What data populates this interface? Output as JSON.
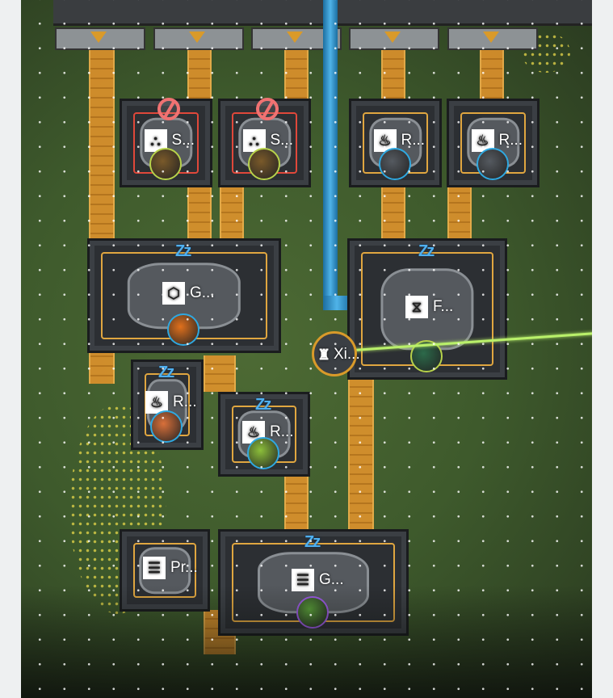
{
  "machines": [
    {
      "id": "s1",
      "label": "S...",
      "icon": "seed-picker-icon",
      "glyph": "⛬",
      "status": "disabled",
      "item": "ore-item",
      "ring_color": "#b7d24a",
      "item_color": "#7a5a2a"
    },
    {
      "id": "s2",
      "label": "S...",
      "icon": "seed-picker-icon",
      "glyph": "⛬",
      "status": "disabled",
      "item": "ore-item",
      "ring_color": "#b7d24a",
      "item_color": "#7a5a2a"
    },
    {
      "id": "r1",
      "label": "R...",
      "icon": "refinery-icon",
      "glyph": "♨",
      "status": "active",
      "item": "dark-ore-item",
      "ring_color": "#2fa8e0",
      "item_color": "#555a60"
    },
    {
      "id": "r2",
      "label": "R...",
      "icon": "refinery-icon",
      "glyph": "♨",
      "status": "active",
      "item": "dark-ore-item",
      "ring_color": "#2fa8e0",
      "item_color": "#555a60"
    },
    {
      "id": "g1",
      "label": "G...",
      "icon": "grinder-icon",
      "glyph": "⬡",
      "status": "sleeping",
      "item": "amber-cube-item",
      "ring_color": "#2fa8e0",
      "item_color": "#e0701c"
    },
    {
      "id": "f1",
      "label": "F...",
      "icon": "filling-unit-icon",
      "glyph": "⧖",
      "status": "sleeping",
      "item": "green-crystal-item",
      "ring_color": "#b7d24a",
      "item_color": "#2c6a4a"
    },
    {
      "id": "r3",
      "label": "R...",
      "icon": "refinery-icon",
      "glyph": "♨",
      "status": "sleeping",
      "item": "brick-item",
      "ring_color": "#2fa8e0",
      "item_color": "#d9703a"
    },
    {
      "id": "r4",
      "label": "R...",
      "icon": "refinery-icon",
      "glyph": "♨",
      "status": "sleeping",
      "item": "green-plate-item",
      "ring_color": "#2fa8e0",
      "item_color": "#8cbf3a"
    },
    {
      "id": "p1",
      "label": "Pr...",
      "icon": "protocol-box-icon",
      "glyph": "☰",
      "status": "idle"
    },
    {
      "id": "g2",
      "label": "G...",
      "icon": "gearing-unit-icon",
      "glyph": "☰",
      "status": "sleeping",
      "item": "purple-disc-item",
      "ring_color": "#9a5ae0",
      "item_color": "#5aa03a"
    }
  ],
  "tower": {
    "label": "Xi...",
    "icon": "relay-tower-icon",
    "glyph": "♜"
  },
  "sleep_text": "Zz",
  "colors": {
    "belt": "#e8962c",
    "pipe": "#3aa0dc",
    "disabled": "#f07272",
    "sleeping": "#4fb0f0"
  }
}
